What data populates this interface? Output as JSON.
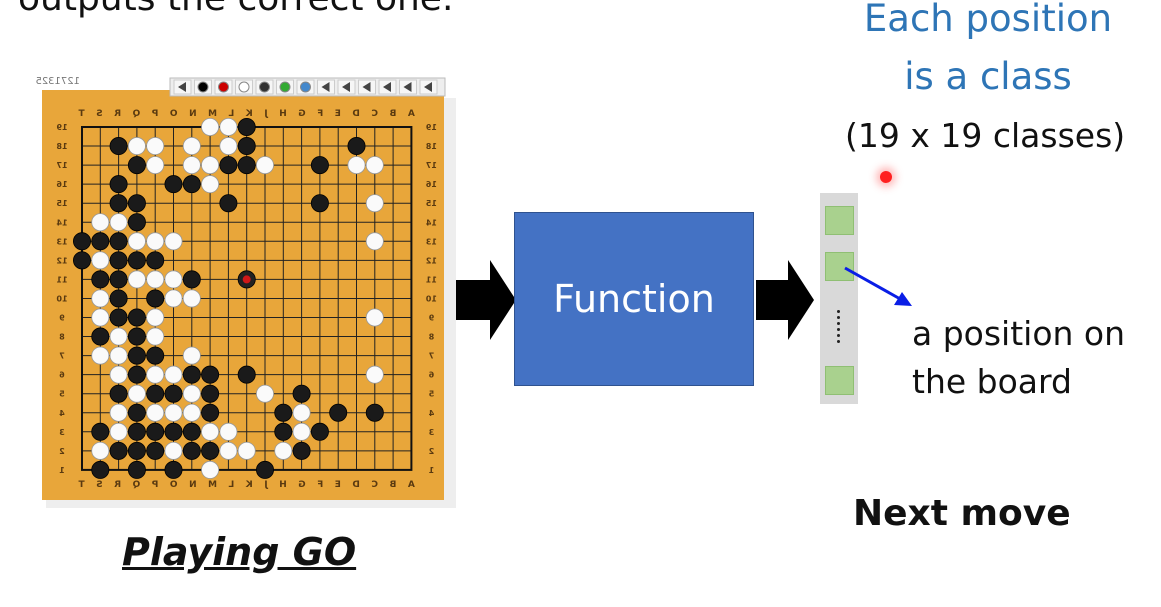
{
  "slide": {
    "top_text": "outputs the correct one.",
    "title_line1": "Each position",
    "title_line2": "is a class",
    "classes_note": "(19 x 19 classes)",
    "function_label": "Function",
    "position_label_line1": "a position on",
    "position_label_line2": "the board",
    "next_move": "Next move",
    "playing_go": "Playing GO"
  },
  "board": {
    "game_number": "1271325",
    "columns": "ABCDEFGHJKLMNOPQRST",
    "board_color": "#e8a63a",
    "toolbar_icons": [
      "undo-icon",
      "black-stone-icon",
      "red-stone-icon",
      "white-stone-icon",
      "black-stone-icon",
      "tree-icon",
      "text-icon",
      "first-icon",
      "prev-fast-icon",
      "prev-icon",
      "next-icon",
      "next-fast-icon",
      "last-icon"
    ]
  },
  "colors": {
    "function_box": "#4472c4",
    "title_blue": "#2e75b6",
    "output_cell": "#a9d18e",
    "arrow_blue": "#0a1ee6"
  }
}
